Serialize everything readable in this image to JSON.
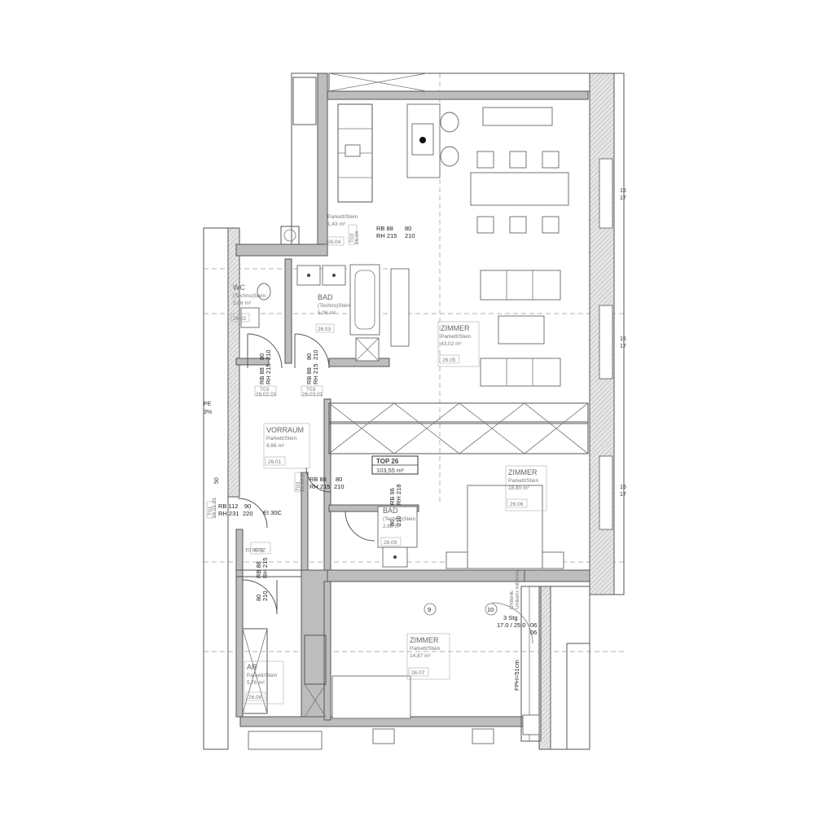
{
  "rooms": {
    "wc": {
      "name": "WC",
      "finish": "(Techno)Stein",
      "area": "2,06 m²",
      "code": "26.02"
    },
    "bad1": {
      "name": "BAD",
      "finish": "(Techno)Stein",
      "area": "5,06 m²",
      "code": "26.03"
    },
    "ab": {
      "finish": "Parkett/Stein",
      "area": "1,43 m²",
      "code": "26.04"
    },
    "zimmer1": {
      "name": "ZIMMER",
      "finish": "Parkett/Stein",
      "area": "43,02 m²",
      "code": "26.05"
    },
    "vorraum": {
      "name": "VORRAUM",
      "finish": "Parkett/Stein",
      "area": "9,66 m²",
      "code": "26.01"
    },
    "zimmer2": {
      "name": "ZIMMER",
      "finish": "Parkett/Stein",
      "area": "18,80 m²",
      "code": "26.06"
    },
    "bad2": {
      "name": "BAD",
      "finish": "(Techno)Stein",
      "area": "2,88 m²",
      "code": "26.09"
    },
    "zimmer3": {
      "name": "ZIMMER",
      "finish": "Parkett/Stein",
      "area": "14,87 m²",
      "code": "26.07"
    },
    "ar": {
      "name": "AR",
      "finish": "Parkett/Stein",
      "area": "5,76 m²",
      "code": "26.08"
    }
  },
  "unit": {
    "title": "TOP 26",
    "area": "103,55 m²"
  },
  "doors": {
    "d1": {
      "rb": "RB 88",
      "rh": "RH 215",
      "w": "80",
      "h": "210",
      "tag": "T03",
      "code": "26.04"
    },
    "wc_door": {
      "w": "80",
      "h": "210",
      "rb": "RB 88",
      "rh": "RH 215",
      "tag": "T03",
      "code": "26.02.01"
    },
    "bad_door": {
      "w": "80",
      "h": "210",
      "rb": "RB 88",
      "rh": "RH 215",
      "tag": "T03",
      "code": "26.03.01"
    },
    "vorraum_door": {
      "rb": "RB 88",
      "rh": "RH 215",
      "w": "80",
      "h": "210",
      "tag": "T03",
      "code": "26.06.01"
    },
    "entry": {
      "rb": "RB 112",
      "rh": "RH 231",
      "w": "90",
      "h": "220",
      "tag": "T01",
      "code": "26.01.01",
      "rating": "EI 30C"
    },
    "bad2_door": {
      "rb": "RB 96",
      "rh": "RH 218",
      "w": "80",
      "h": "210"
    },
    "ar_door": {
      "rb": "RB 88",
      "rh": "RH 215",
      "w": "80",
      "h": "210",
      "tag": "T03",
      "code": "26.08.01"
    }
  },
  "stair": {
    "label": "3 Stg",
    "dims": "17.0 / 25.0",
    "fph": "FPH=51cm",
    "code1": "06",
    "code2": "06",
    "note1": "Umlenk-",
    "note2": "Umkehr.mit Anm."
  },
  "side_dims": {
    "a": "15",
    "b": "17"
  },
  "dim_50": "50",
  "axis_9": "9",
  "axis_10": "10",
  "partial_label": "PE",
  "partial_label2": "3%"
}
